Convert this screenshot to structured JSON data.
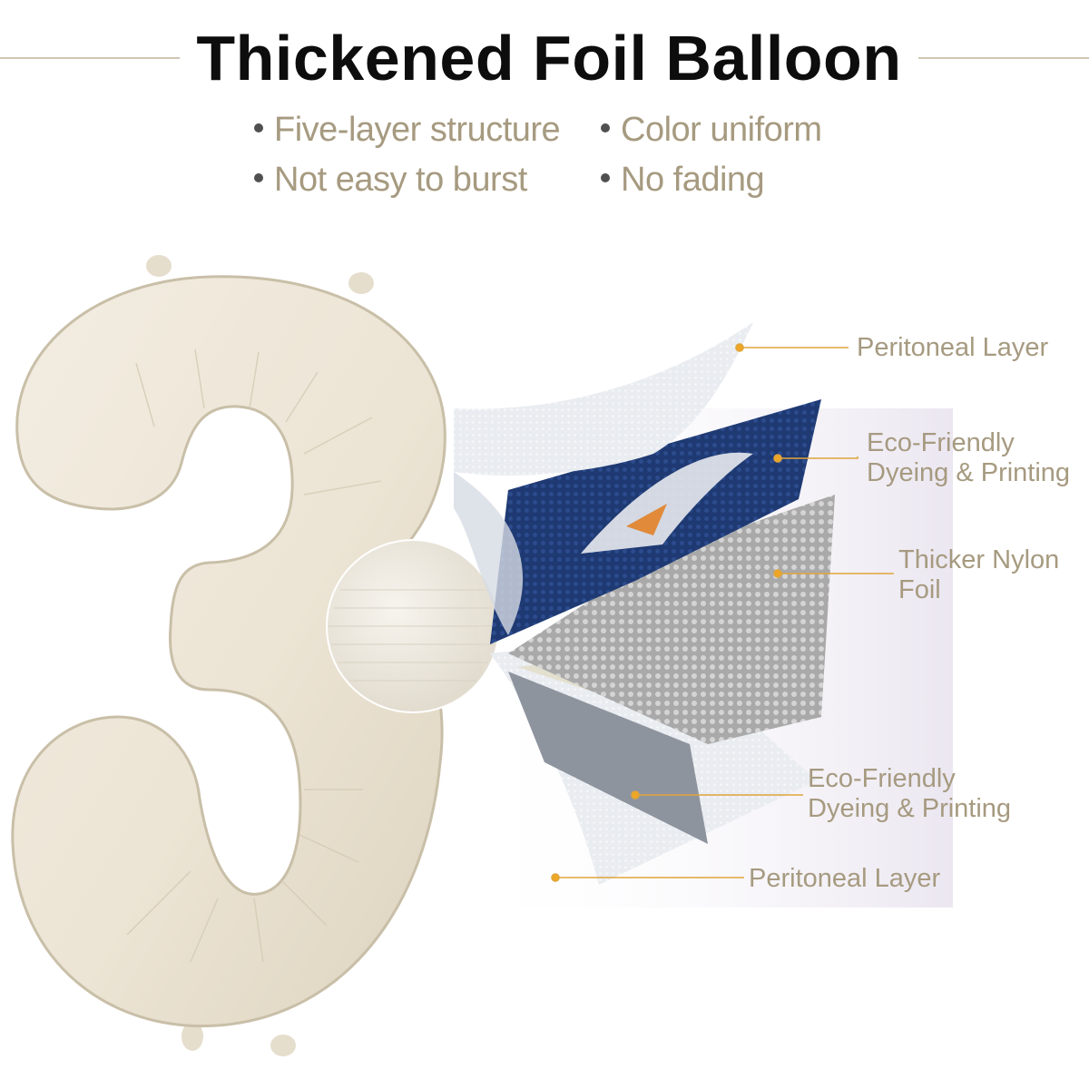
{
  "header": {
    "title": "Thickened Foil Balloon"
  },
  "features": [
    "Five-layer structure",
    "Color uniform",
    "Not easy to burst",
    "No fading"
  ],
  "layers": [
    {
      "line1": "Peritoneal Layer",
      "line2": ""
    },
    {
      "line1": "Eco-Friendly",
      "line2": "Dyeing & Printing"
    },
    {
      "line1": "Thicker Nylon",
      "line2": "Foil"
    },
    {
      "line1": "Eco-Friendly",
      "line2": "Dyeing & Printing"
    },
    {
      "line1": "Peritoneal Layer",
      "line2": ""
    }
  ],
  "colors": {
    "balloon": "#ede5d6",
    "label_text": "#a69a80",
    "leader_line": "#e0a53a",
    "print_navy": "#1f3a73",
    "nylon_gray": "#b8b8b8"
  },
  "icons": {
    "feature_bullet": "dot",
    "leader_marker": "orange-dot"
  }
}
